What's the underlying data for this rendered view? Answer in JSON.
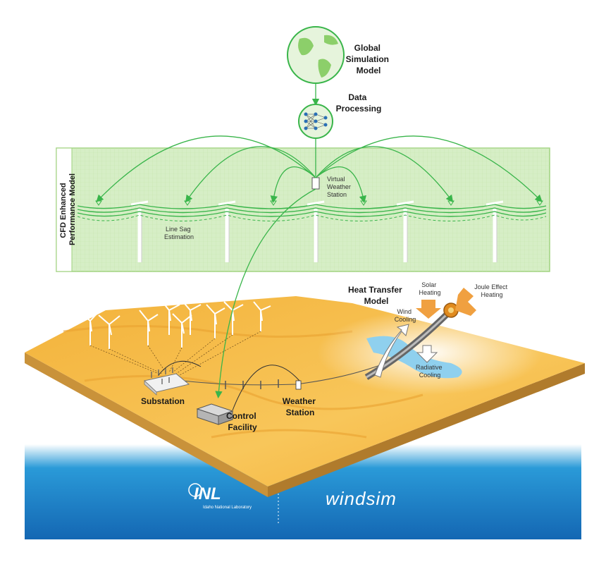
{
  "top": {
    "global_model": [
      "Global",
      "Simulation",
      "Model"
    ],
    "data_processing": [
      "Data",
      "Processing"
    ]
  },
  "cfd_panel": {
    "side_label": [
      "CFD Enhanced",
      "Performance Model"
    ],
    "virtual_station": [
      "Virtual",
      "Weather",
      "Station"
    ],
    "line_sag": [
      "Line Sag",
      "Estimation"
    ]
  },
  "heat_model": {
    "title": [
      "Heat Transfer",
      "Model"
    ],
    "solar": [
      "Solar",
      "Heating"
    ],
    "joule": [
      "Joule Effect",
      "Heating"
    ],
    "wind": [
      "Wind",
      "Cooling"
    ],
    "radiative": [
      "Radiative",
      "Cooling"
    ]
  },
  "terrain_labels": {
    "substation": "Substation",
    "control": [
      "Control",
      "Facility"
    ],
    "weather": [
      "Weather",
      "Station"
    ]
  },
  "logos": {
    "inl": "INL",
    "inl_sub": "Idaho National Laboratory",
    "windsim": "windsim"
  },
  "colors": {
    "green": "#39b54a",
    "panel": "#d6eec6",
    "sand": "#f5b93e",
    "water": "#1e8fd0"
  }
}
